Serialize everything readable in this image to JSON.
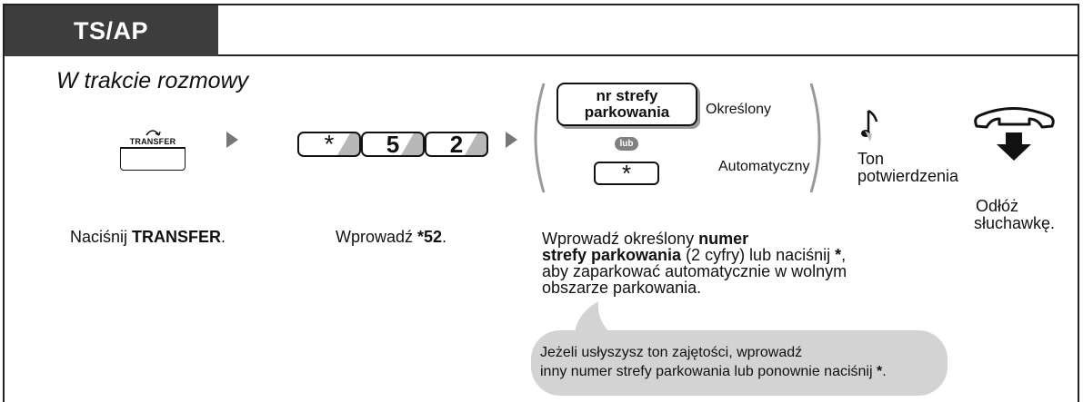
{
  "header": {
    "mode_label": "TS/AP"
  },
  "context_title": "W trakcie rozmowy",
  "steps": {
    "transfer": {
      "key_label": "TRANSFER",
      "caption_pre": "Naciśnij ",
      "caption_bold": "TRANSFER",
      "caption_post": "."
    },
    "code": {
      "keys": [
        "*",
        "5",
        "2"
      ],
      "caption_pre": "Wprowadź ",
      "caption_bold": "*52",
      "caption_post": "."
    },
    "zone": {
      "zone_key_line1": "nr strefy",
      "zone_key_line2": "parkowania",
      "specified_label": "Określony",
      "or_badge": "lub",
      "star_key": "*",
      "auto_label": "Automatyczny",
      "caption_line1_pre": "Wprowadź określony ",
      "caption_line1_bold": "numer",
      "caption_line2_bold": "strefy parkowania",
      "caption_line2_mid": " (2 cyfry) lub naciśnij ",
      "caption_line2_bold2": "*",
      "caption_line2_post": ",",
      "caption_line3": "aby zaparkować automatycznie w wolnym",
      "caption_line4": "obszarze parkowania."
    },
    "tone": {
      "line1": "Ton",
      "line2": "potwierdzenia"
    },
    "hangup": {
      "line1": "Odłóż",
      "line2": "słuchawkę."
    }
  },
  "note": {
    "line1": "Jeżeli usłyszysz ton zajętości, wprowadź",
    "line2_pre": "inny numer strefy parkowania lub ponownie naciśnij ",
    "line2_bold": "*",
    "line2_post": "."
  },
  "colors": {
    "tab_bg": "#3d3d3d",
    "arrow": "#777777",
    "bubble": "#d3d3d3",
    "badge": "#808080"
  }
}
